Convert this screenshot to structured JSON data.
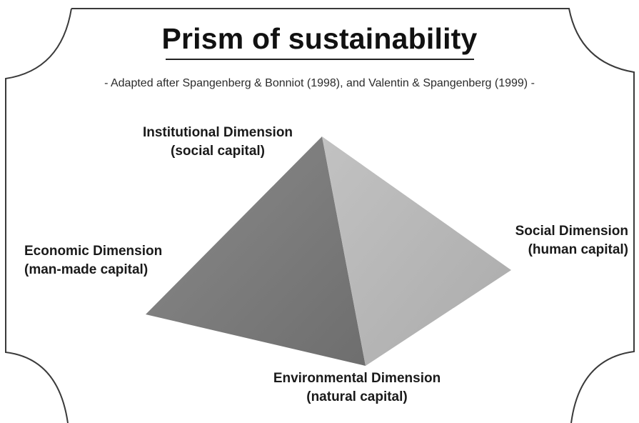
{
  "title": "Prism of sustainability",
  "subtitle": "- Adapted after Spangenberg & Bonniot (1998), and Valentin & Spangenberg (1999) -",
  "dimensions": {
    "institutional": {
      "name": "Institutional Dimension",
      "capital": "(social capital)"
    },
    "economic": {
      "name": "Economic Dimension",
      "capital": "(man-made capital)"
    },
    "social": {
      "name": "Social Dimension",
      "capital": "(human capital)"
    },
    "environmental": {
      "name": "Environmental Dimension",
      "capital": "(natural capital)"
    }
  },
  "colors": {
    "left_face": "#7a7a7a",
    "right_face": "#b9b9b9",
    "frame": "#3a3a3a"
  }
}
